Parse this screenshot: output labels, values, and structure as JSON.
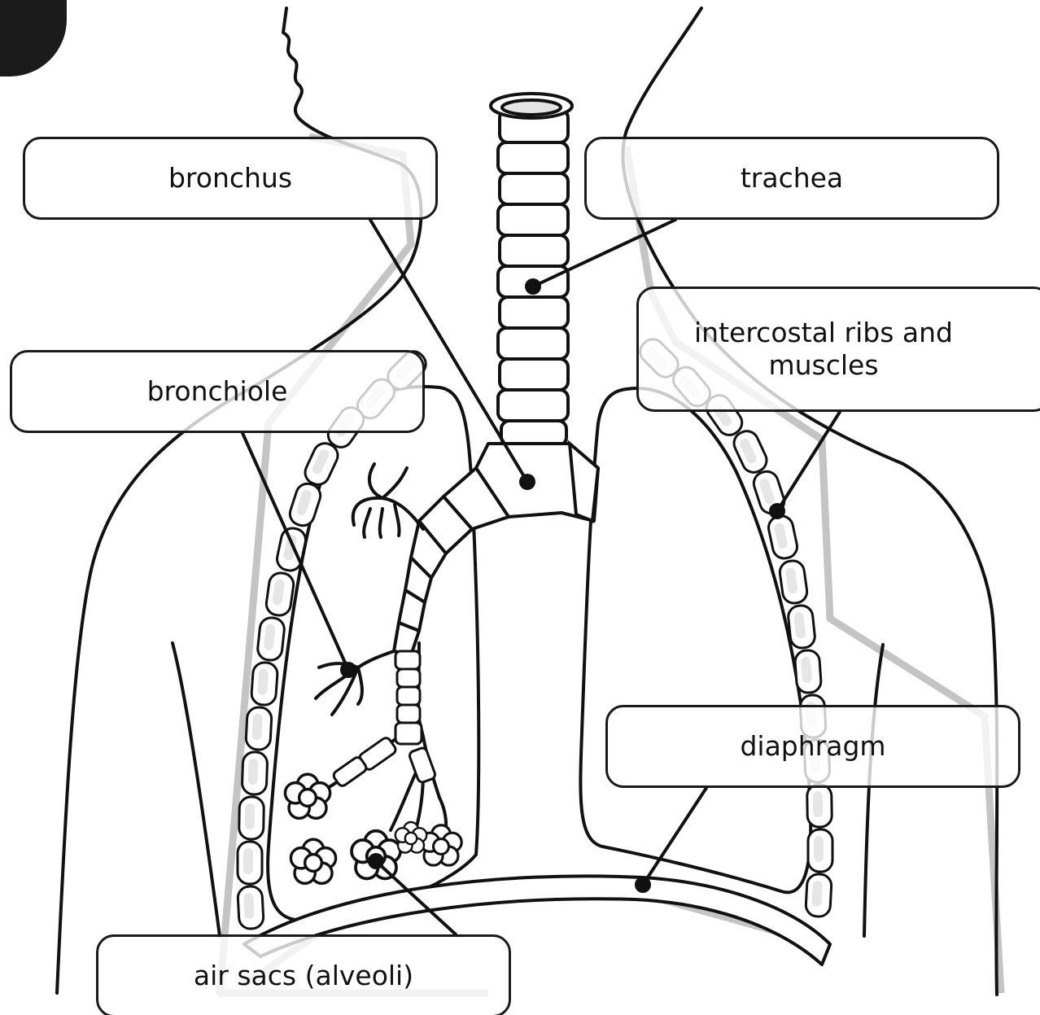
{
  "labels": {
    "bronchus": "bronchus",
    "trachea": "trachea",
    "bronchiole": "bronchiole",
    "intercostal": "intercostal ribs and muscles",
    "diaphragm": "diaphragm",
    "alveoli": "air sacs (alveoli)"
  },
  "badge_icon": "star-icon",
  "colors": {
    "line": "#111111",
    "outline_gray": "#bdbdbd",
    "badge": "#1b1b1b"
  }
}
